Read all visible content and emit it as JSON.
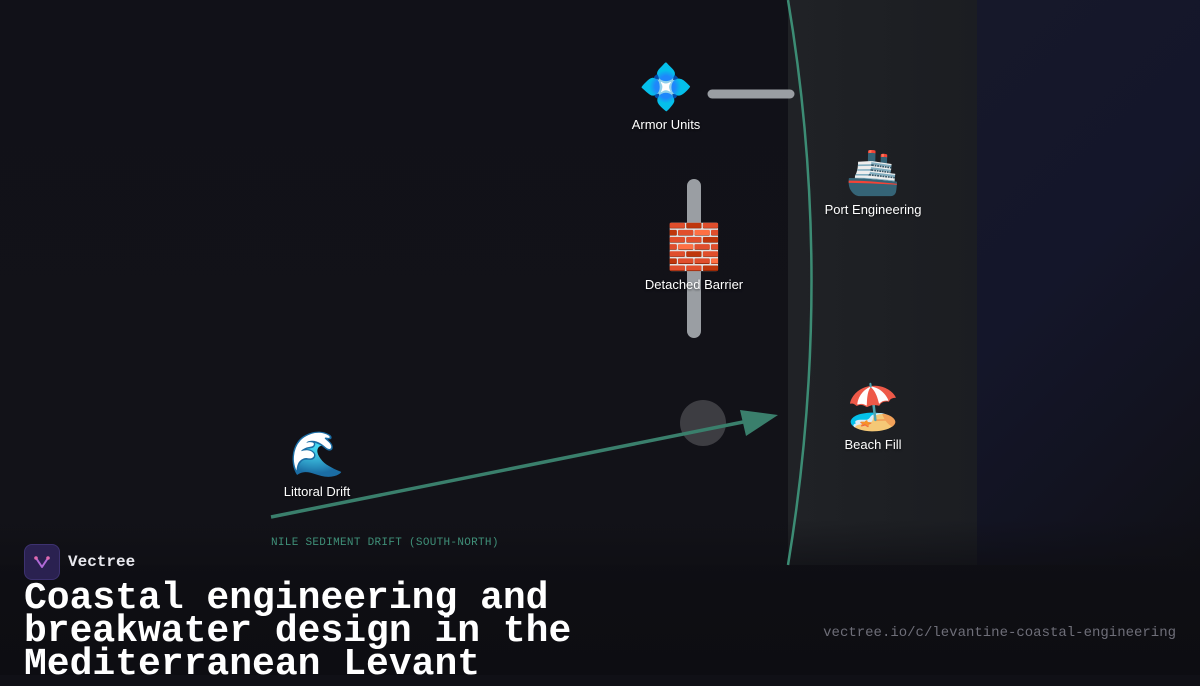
{
  "nodes": {
    "armor_units": {
      "emoji": "💠",
      "label": "Armor Units"
    },
    "port_engineering": {
      "emoji": "🚢",
      "label": "Port Engineering"
    },
    "detached_barrier": {
      "emoji": "🧱",
      "label": "Detached Barrier"
    },
    "beach_fill": {
      "emoji": "🏖️",
      "label": "Beach Fill"
    },
    "littoral_drift": {
      "emoji": "🌊",
      "label": "Littoral Drift"
    }
  },
  "drift_caption": "NILE SEDIMENT DRIFT (SOUTH-NORTH)",
  "brand": {
    "name": "Vectree"
  },
  "title": "Coastal engineering and breakwater design in the Mediterranean Levant",
  "url": "vectree.io/c/levantine-coastal-engineering",
  "colors": {
    "background": "#101016",
    "coast_band": "#202226",
    "shoreline": "#3c8c74",
    "drift_arrow": "#3a7f6c",
    "structure_bar": "#9a9ea3",
    "accent_logo": "#2a2150"
  }
}
